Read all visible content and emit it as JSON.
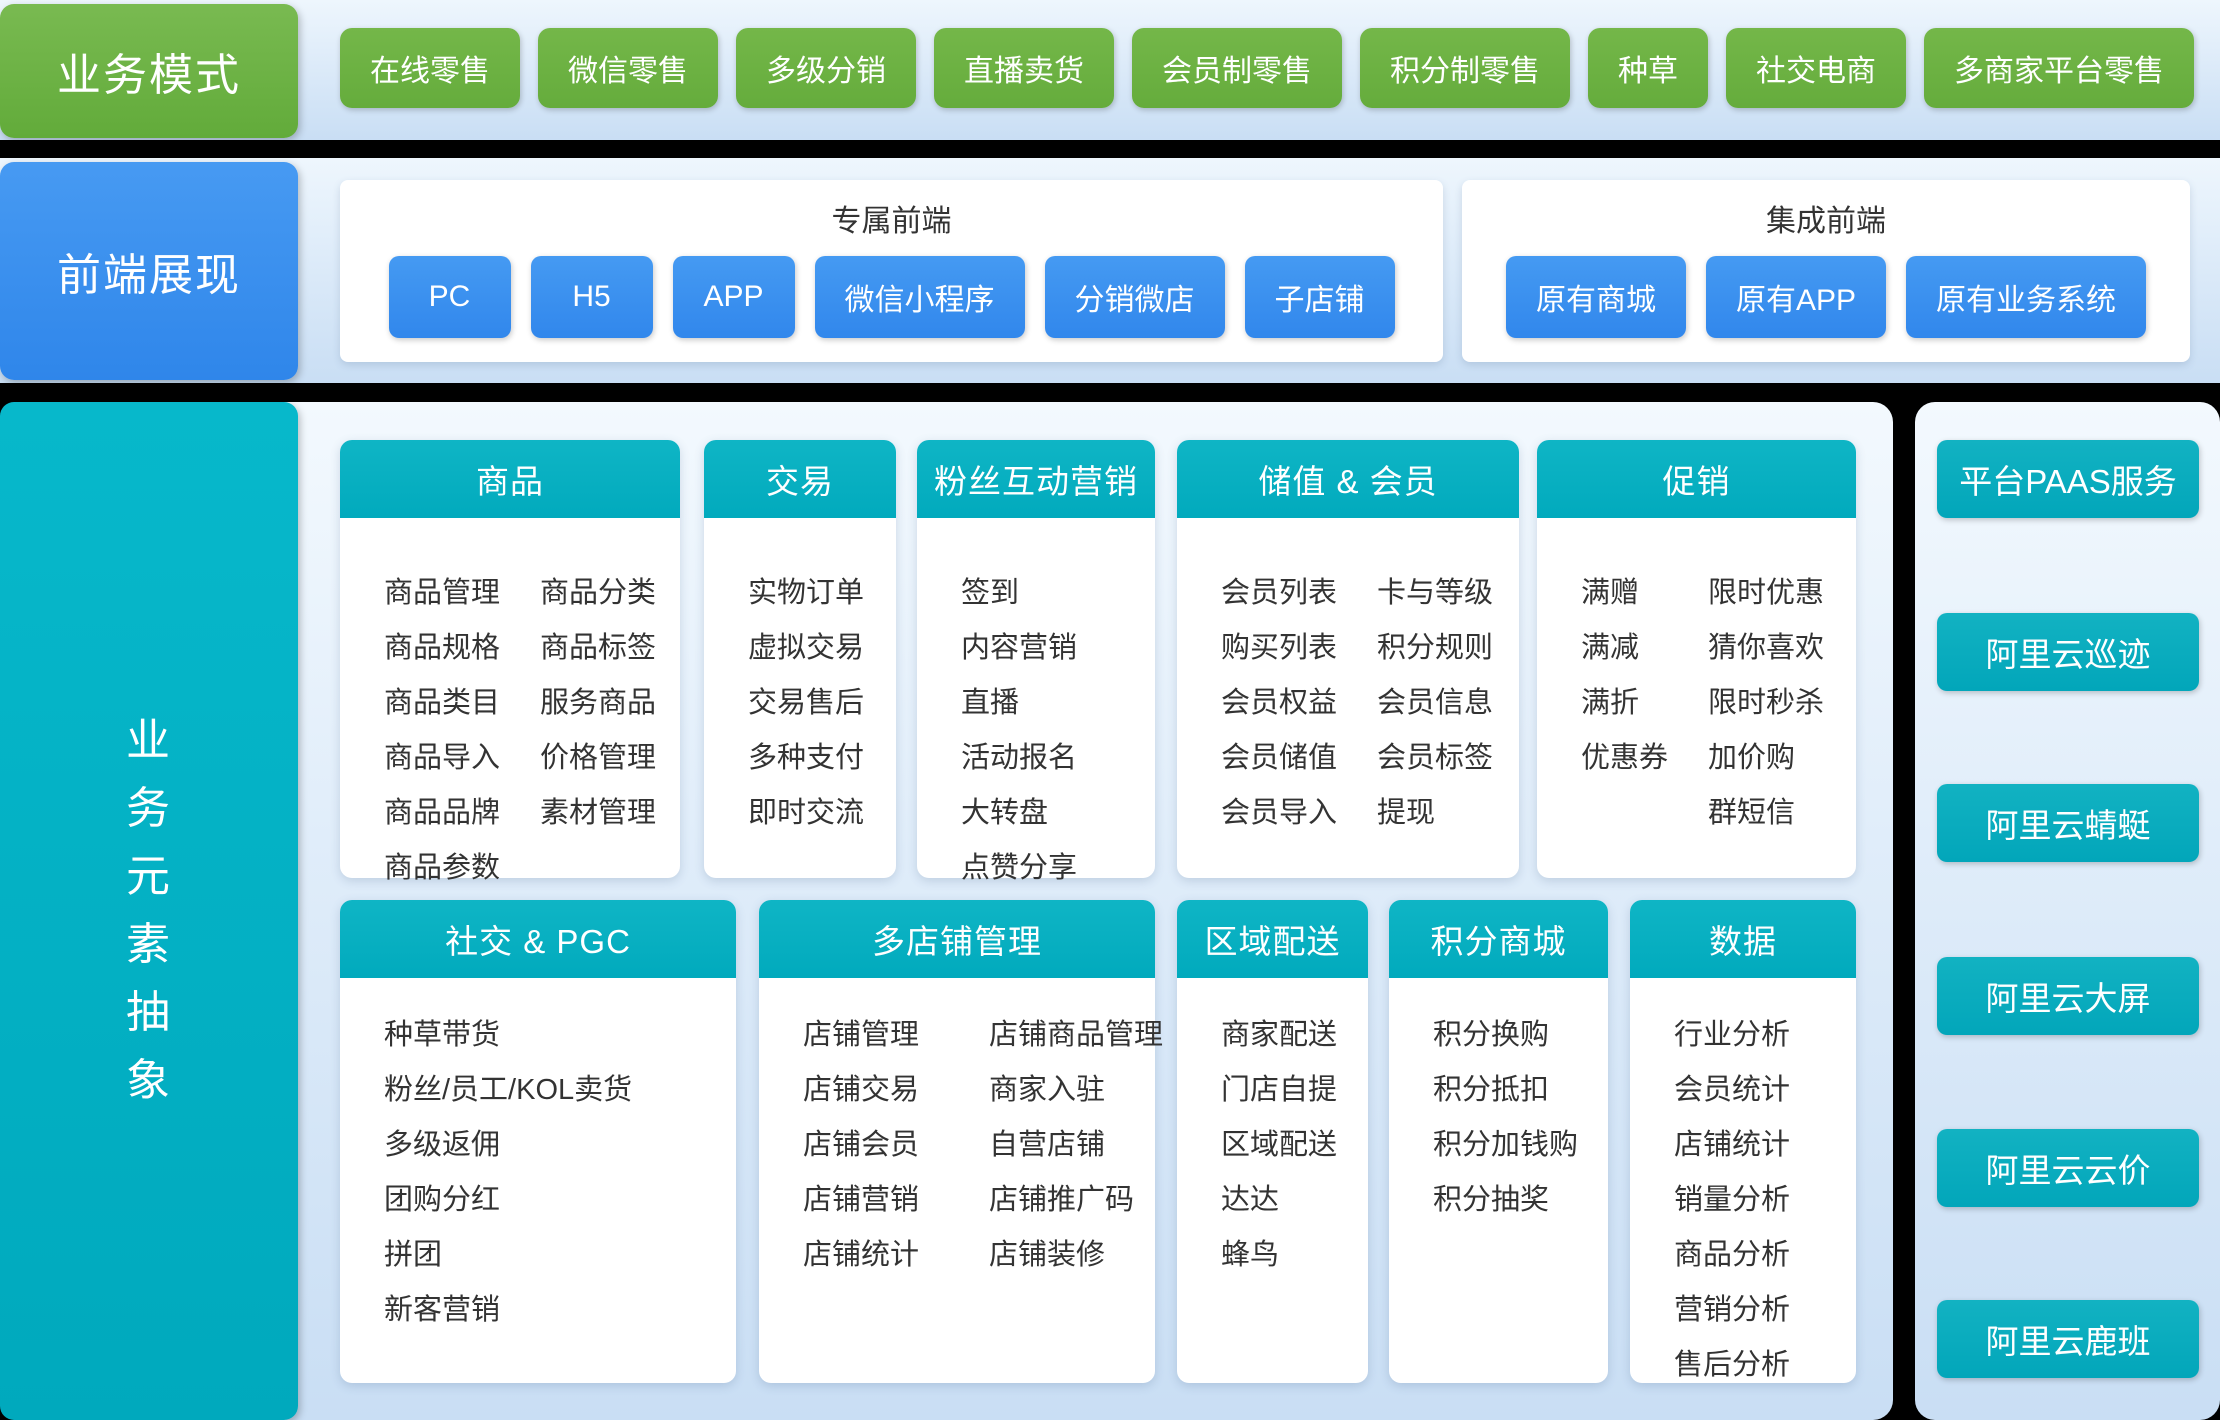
{
  "colors": {
    "green": "#6db344",
    "blue": "#3a8ff0",
    "teal": "#00b0c2",
    "text_dark": "#333333",
    "panel_light": "#eef6fd",
    "panel_shade": "#c9def4",
    "page_bg": "#000000"
  },
  "business_mode": {
    "label": "业务模式",
    "modes": [
      "在线零售",
      "微信零售",
      "多级分销",
      "直播卖货",
      "会员制零售",
      "积分制零售",
      "种草",
      "社交电商",
      "多商家平台零售"
    ]
  },
  "frontend": {
    "label": "前端展现",
    "groups": [
      {
        "title": "专属前端",
        "buttons": [
          "PC",
          "H5",
          "APP",
          "微信小程序",
          "分销微店",
          "子店铺"
        ]
      },
      {
        "title": "集成前端",
        "buttons": [
          "原有商城",
          "原有APP",
          "原有业务系统"
        ]
      }
    ]
  },
  "business_elements": {
    "label": "业务元素抽象",
    "cards": [
      {
        "id": "goods",
        "title": "商品",
        "columns": [
          [
            "商品管理",
            "商品规格",
            "商品类目",
            "商品导入",
            "商品品牌",
            "商品参数"
          ],
          [
            "商品分类",
            "商品标签",
            "服务商品",
            "价格管理",
            "素材管理"
          ]
        ]
      },
      {
        "id": "trade",
        "title": "交易",
        "columns": [
          [
            "实物订单",
            "虚拟交易",
            "交易售后",
            "多种支付",
            "即时交流"
          ]
        ]
      },
      {
        "id": "fans",
        "title": "粉丝互动营销",
        "columns": [
          [
            "签到",
            "内容营销",
            "直播",
            "活动报名",
            "大转盘",
            "点赞分享"
          ]
        ]
      },
      {
        "id": "member",
        "title": "储值 & 会员",
        "columns": [
          [
            "会员列表",
            "购买列表",
            "会员权益",
            "会员储值",
            "会员导入"
          ],
          [
            "卡与等级",
            "积分规则",
            "会员信息",
            "会员标签",
            "提现"
          ]
        ]
      },
      {
        "id": "promo",
        "title": "促销",
        "columns": [
          [
            "满赠",
            "满减",
            "满折",
            "优惠券"
          ],
          [
            "限时优惠",
            "猜你喜欢",
            "限时秒杀",
            "加价购",
            "群短信"
          ]
        ]
      },
      {
        "id": "social",
        "title": "社交 & PGC",
        "columns": [
          [
            "种草带货",
            "粉丝/员工/KOL卖货",
            "多级返佣",
            "团购分红",
            "拼团",
            "新客营销"
          ]
        ]
      },
      {
        "id": "multishop",
        "title": "多店铺管理",
        "columns": [
          [
            "店铺管理",
            "店铺交易",
            "店铺会员",
            "店铺营销",
            "店铺统计"
          ],
          [
            "店铺商品管理",
            "商家入驻",
            "自营店铺",
            "店铺推广码",
            "店铺装修"
          ]
        ]
      },
      {
        "id": "delivery",
        "title": "区域配送",
        "columns": [
          [
            "商家配送",
            "门店自提",
            "区域配送",
            "达达",
            "蜂鸟"
          ]
        ]
      },
      {
        "id": "points",
        "title": "积分商城",
        "columns": [
          [
            "积分换购",
            "积分抵扣",
            "积分加钱购",
            "积分抽奖"
          ]
        ]
      },
      {
        "id": "data",
        "title": "数据",
        "columns": [
          [
            "行业分析",
            "会员统计",
            "店铺统计",
            "销量分析",
            "商品分析",
            "营销分析",
            "售后分析"
          ]
        ]
      }
    ]
  },
  "paas": {
    "buttons": [
      "平台PAAS服务",
      "阿里云巡迹",
      "阿里云蜻蜓",
      "阿里云大屏",
      "阿里云云价",
      "阿里云鹿班"
    ]
  }
}
